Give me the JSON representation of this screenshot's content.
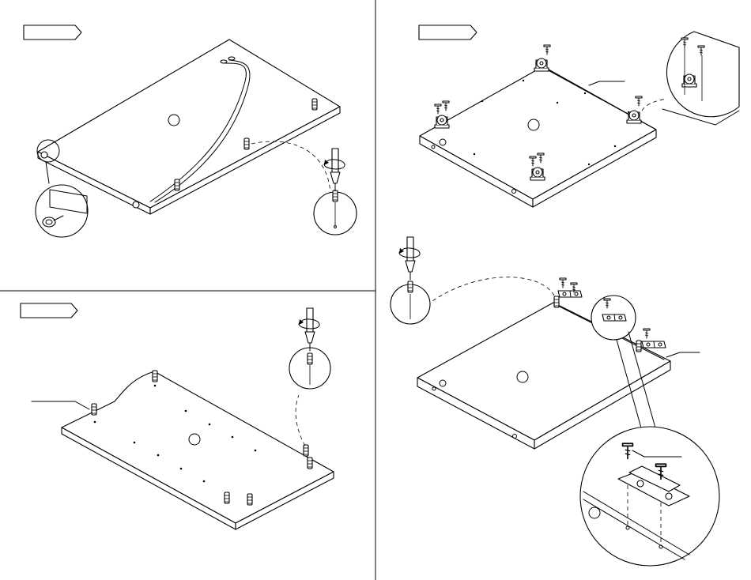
{
  "figure": {
    "panels": [
      {
        "id": "top-left",
        "step_label": ""
      },
      {
        "id": "top-right",
        "step_label": ""
      },
      {
        "id": "bottom-left",
        "step_label": ""
      },
      {
        "id": "bottom-right",
        "step_label": ""
      }
    ],
    "callouts": [
      "",
      "",
      "",
      ""
    ],
    "icons": [
      "screwdriver-icon",
      "rotation-arrow-icon",
      "dowel-icon",
      "screw-icon",
      "caster-wheel-icon",
      "hinge-icon",
      "edge-band-icon"
    ],
    "colors": {
      "line": "#000000",
      "background": "#ffffff"
    }
  }
}
